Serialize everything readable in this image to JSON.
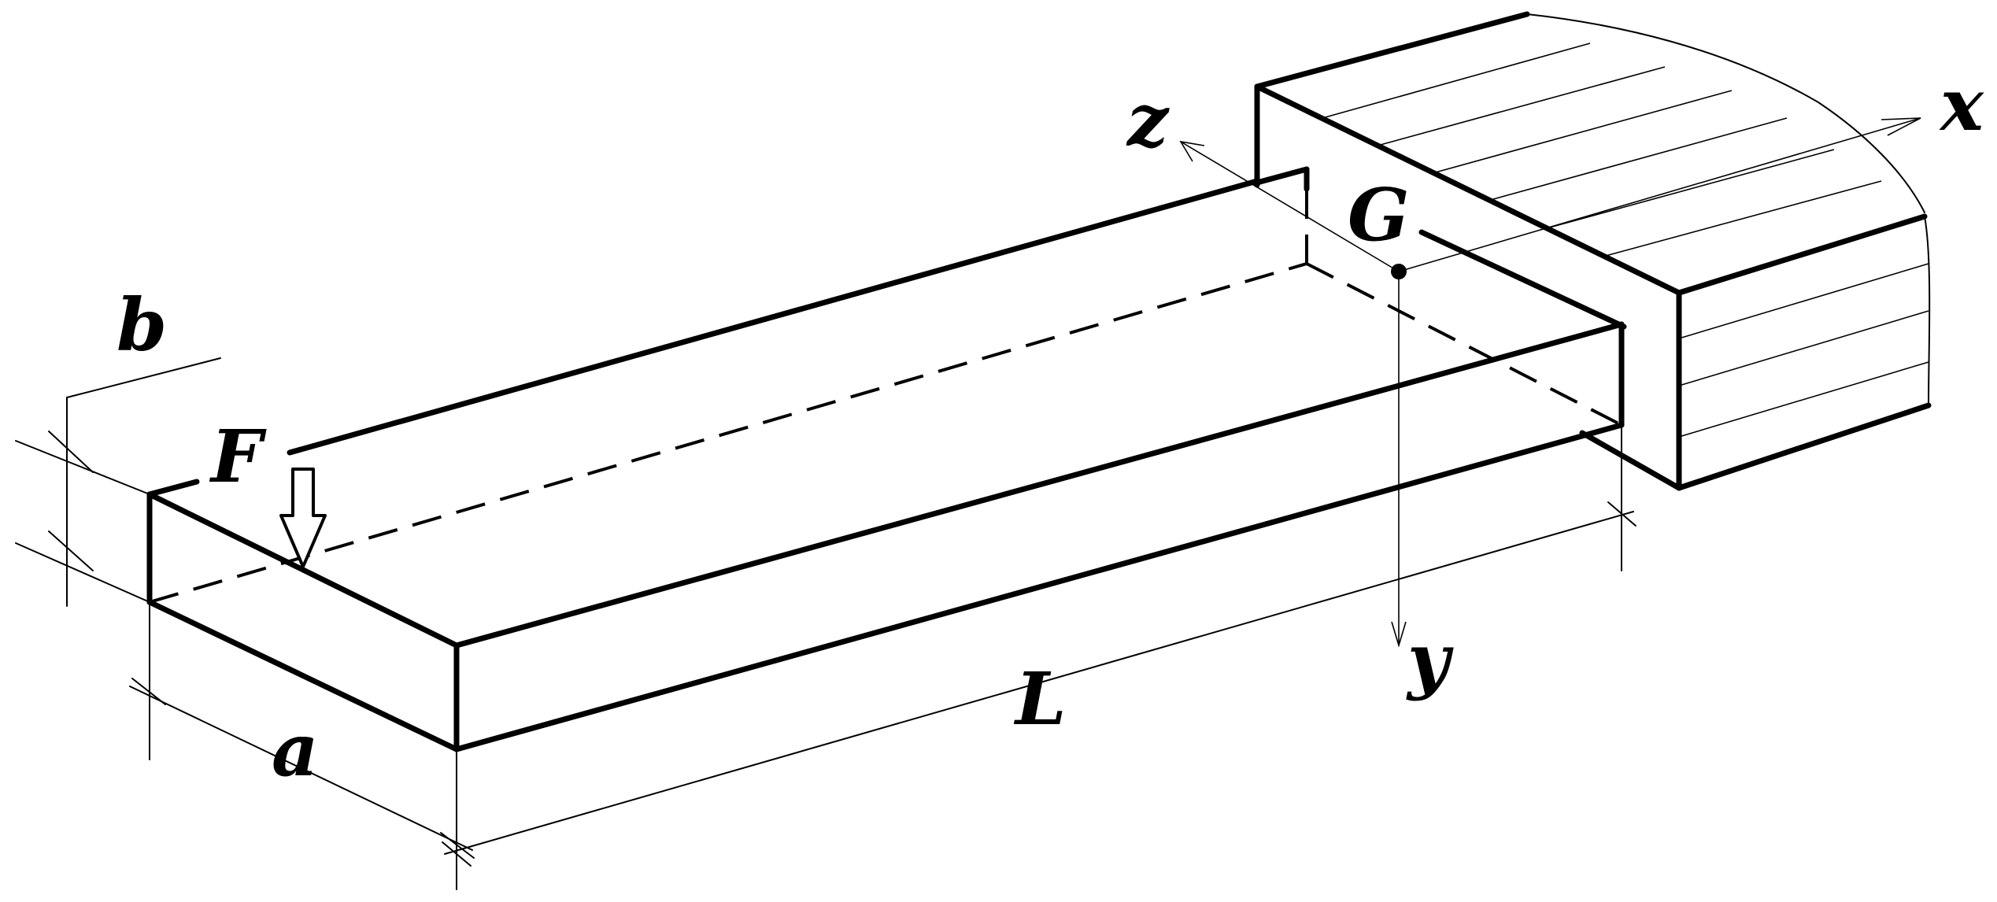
{
  "labels": {
    "width_dim": "b",
    "force": "F",
    "thickness_dim": "a",
    "length_dim": "L",
    "point": "G",
    "axis_x": "x",
    "axis_y": "y",
    "axis_z": "z"
  }
}
